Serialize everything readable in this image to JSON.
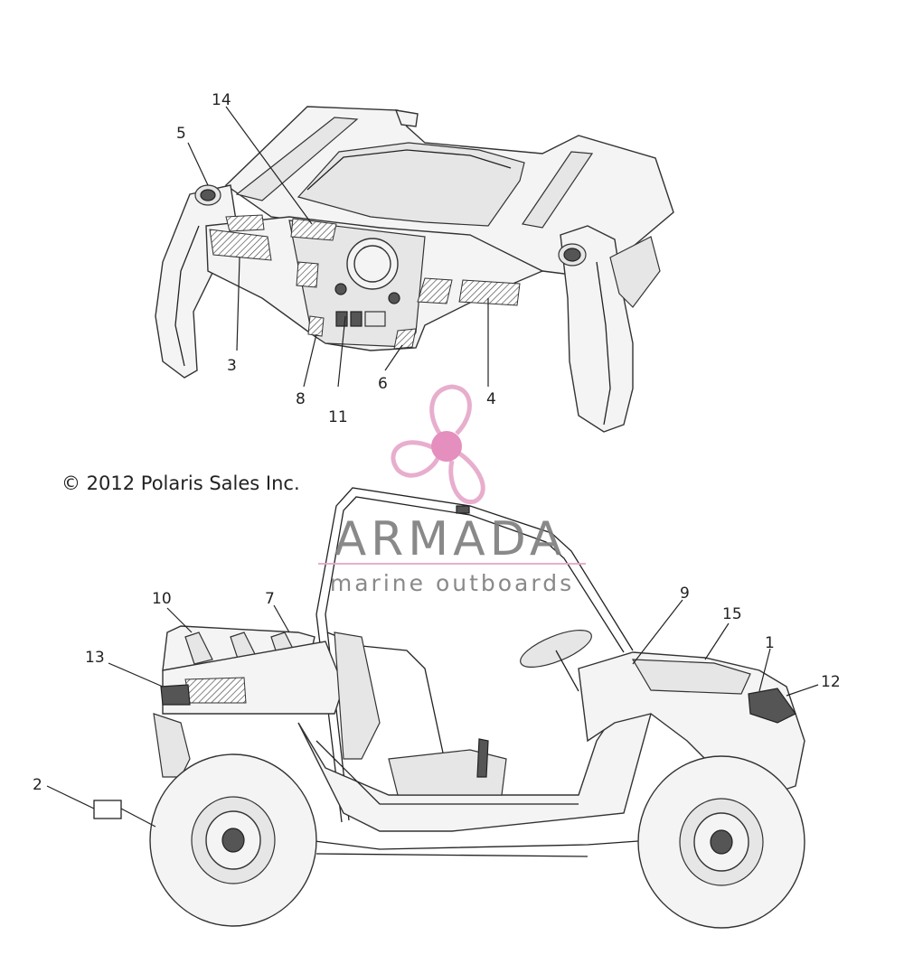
{
  "copyright": "© 2012 Polaris Sales Inc.",
  "watermark": {
    "brand": "ARMADA",
    "tagline": "marine outboards",
    "colors": {
      "logo": "#e6a6c8",
      "logo_center": "#e283b7",
      "text": "#7d7d7d"
    }
  },
  "callouts": {
    "c1": "1",
    "c2": "2",
    "c3": "3",
    "c4": "4",
    "c5": "5",
    "c6": "6",
    "c7": "7",
    "c8": "8",
    "c9": "9",
    "c10": "10",
    "c11": "11",
    "c12": "12",
    "c13": "13",
    "c14": "14",
    "c15": "15"
  }
}
